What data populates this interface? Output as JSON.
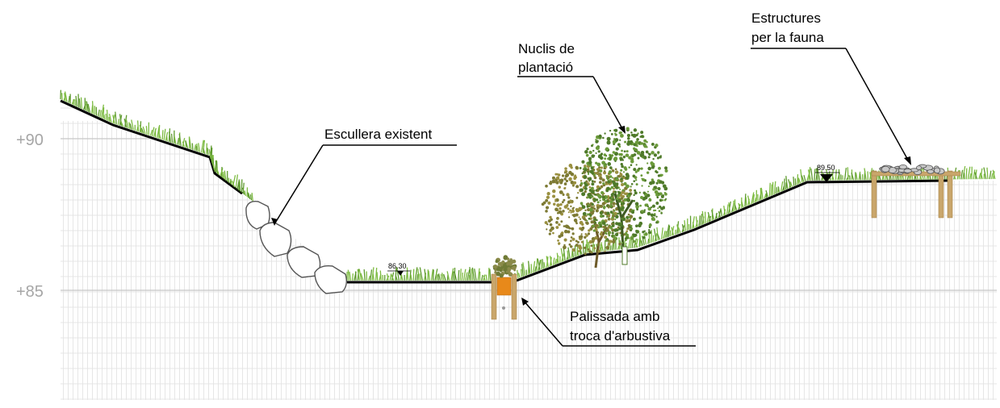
{
  "elevations": {
    "upper": "+90",
    "lower": "+85"
  },
  "callouts": {
    "escullera": "Escullera existent",
    "nuclis_line1": "Nuclis de",
    "nuclis_line2": "plantació",
    "estructures_line1": "Estructures",
    "estructures_line2": "per la fauna",
    "palissada_line1": "Palissada amb",
    "palissada_line2": "troca d'arbustiva"
  },
  "level_marks": {
    "channel_bottom": "86.30",
    "upper_terrace": "89.50"
  },
  "colors": {
    "grass": "#7dbb42",
    "grass_dark": "#5e9a2e",
    "ground_line": "#000000",
    "grid_major": "#c8c8c8",
    "grid_minor": "#e4e4e4",
    "rock_fill": "#ffffff",
    "rock_stroke": "#555555",
    "tree_dark_green": "#4f7a2a",
    "tree_olive": "#7d7a34",
    "timber": "#c9a66b",
    "orange_fill": "#e8891a"
  }
}
